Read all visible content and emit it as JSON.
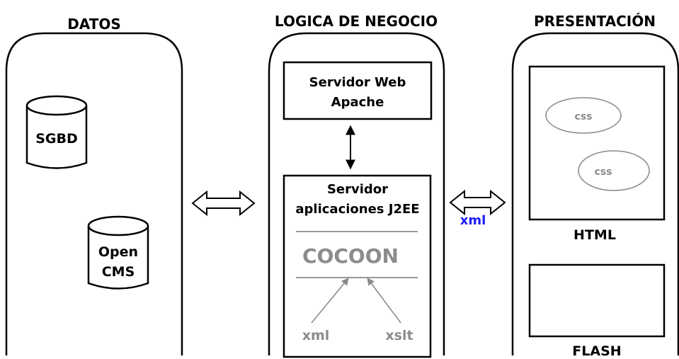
{
  "columns": {
    "datos": {
      "title": "DATOS"
    },
    "logica": {
      "title": "LOGICA DE NEGOCIO"
    },
    "presentacion": {
      "title": "PRESENTACIÓN"
    }
  },
  "datos": {
    "sgbd": "SGBD",
    "opencms_line1": "Open",
    "opencms_line2": "CMS"
  },
  "logica": {
    "apache_line1": "Servidor Web",
    "apache_line2": "Apache",
    "j2ee_line1": "Servidor",
    "j2ee_line2": "aplicaciones J2EE",
    "cocoon": "COCOON",
    "xml": "xml",
    "xslt": "xslt"
  },
  "connector": {
    "xml_label": "xml"
  },
  "presentacion": {
    "css1": "css",
    "css2": "css",
    "html": "HTML",
    "flash": "FLASH"
  },
  "colors": {
    "stroke": "#000000",
    "gray_text": "#8c8c8c",
    "xml_blue": "#1a1aff"
  }
}
